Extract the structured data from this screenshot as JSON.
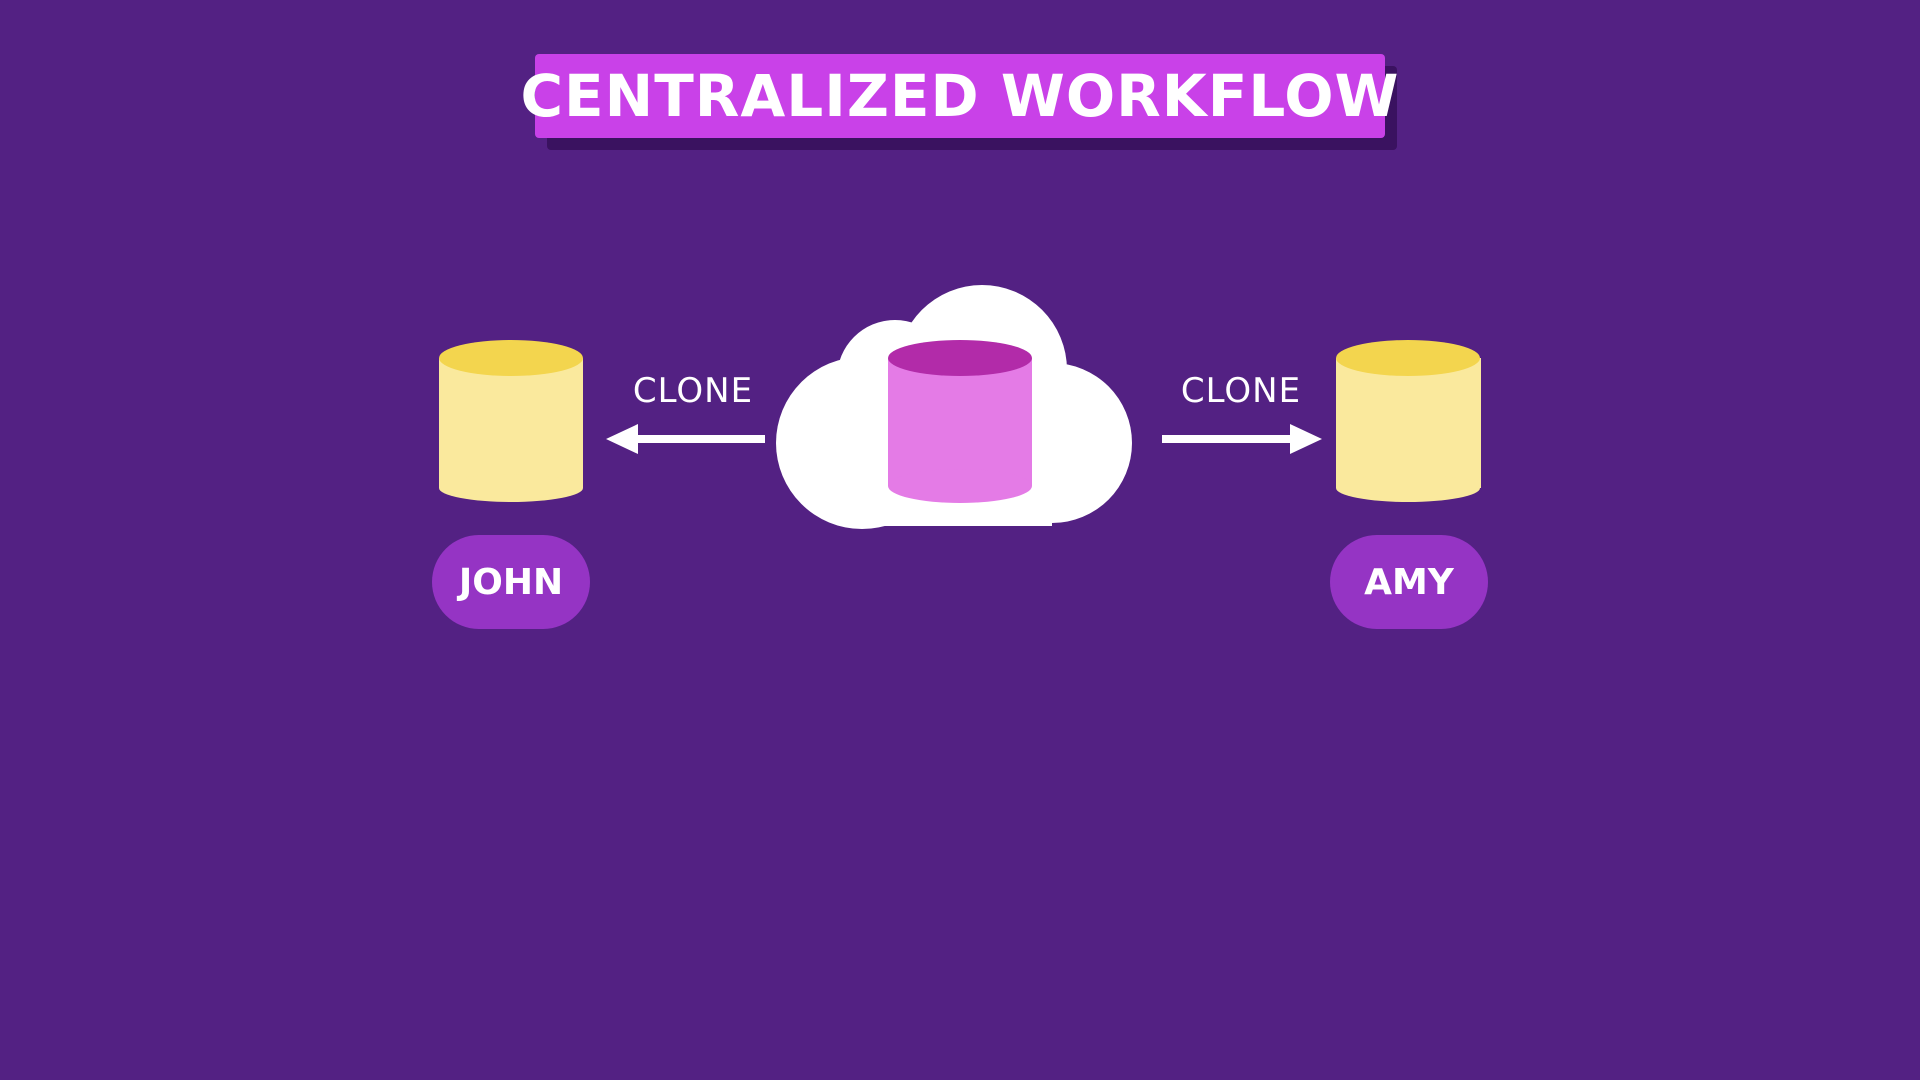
{
  "title": "CENTRALIZED WORKFLOW",
  "central_repository": {
    "container_icon": "cloud-icon",
    "repository_icon": "database-icon"
  },
  "flows": [
    {
      "label": "CLONE",
      "direction": "left",
      "target": "JOHN"
    },
    {
      "label": "CLONE",
      "direction": "right",
      "target": "AMY"
    }
  ],
  "users": [
    {
      "name": "JOHN",
      "repository_icon": "database-icon"
    },
    {
      "name": "AMY",
      "repository_icon": "database-icon"
    }
  ],
  "colors": {
    "background": "#532183",
    "title_bg": "#c941e8",
    "title_shadow": "#3a1260",
    "central_db_top": "#b22ba9",
    "central_db_body": "#e47be6",
    "local_db_top": "#f3d54e",
    "local_db_body": "#fae99d",
    "user_pill": "#9534c4",
    "cloud": "#ffffff"
  }
}
